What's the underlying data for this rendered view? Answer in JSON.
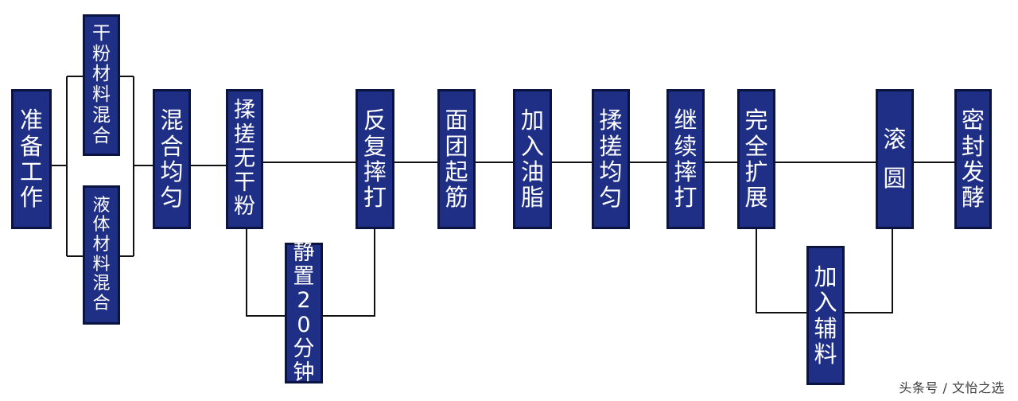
{
  "colors": {
    "box_fill": "#1f2f86",
    "box_border": "#0b1440",
    "box_text": "#ffffff",
    "connector": "#111111",
    "background": "#ffffff"
  },
  "steps": {
    "prepare": "准备工作",
    "dry_mix": "干粉材料混合",
    "liquid_mix": "液体材料混合",
    "mix_evenly": "混合均匀",
    "knead_no_dry_flour": "揉搓无干粉",
    "rest_20min": "静置20分钟",
    "repeat_beating": "反复摔打",
    "gluten_forms": "面团起筋",
    "add_butter": "加入油脂",
    "knead_evenly": "揉搓均匀",
    "continue_beating": "继续摔打",
    "fully_extended": "完全扩展",
    "add_fillings": "加入辅料",
    "roll_round": "滚圆",
    "sealed_proofing": "密封发酵"
  },
  "watermark": "头条号 / 文怡之选"
}
